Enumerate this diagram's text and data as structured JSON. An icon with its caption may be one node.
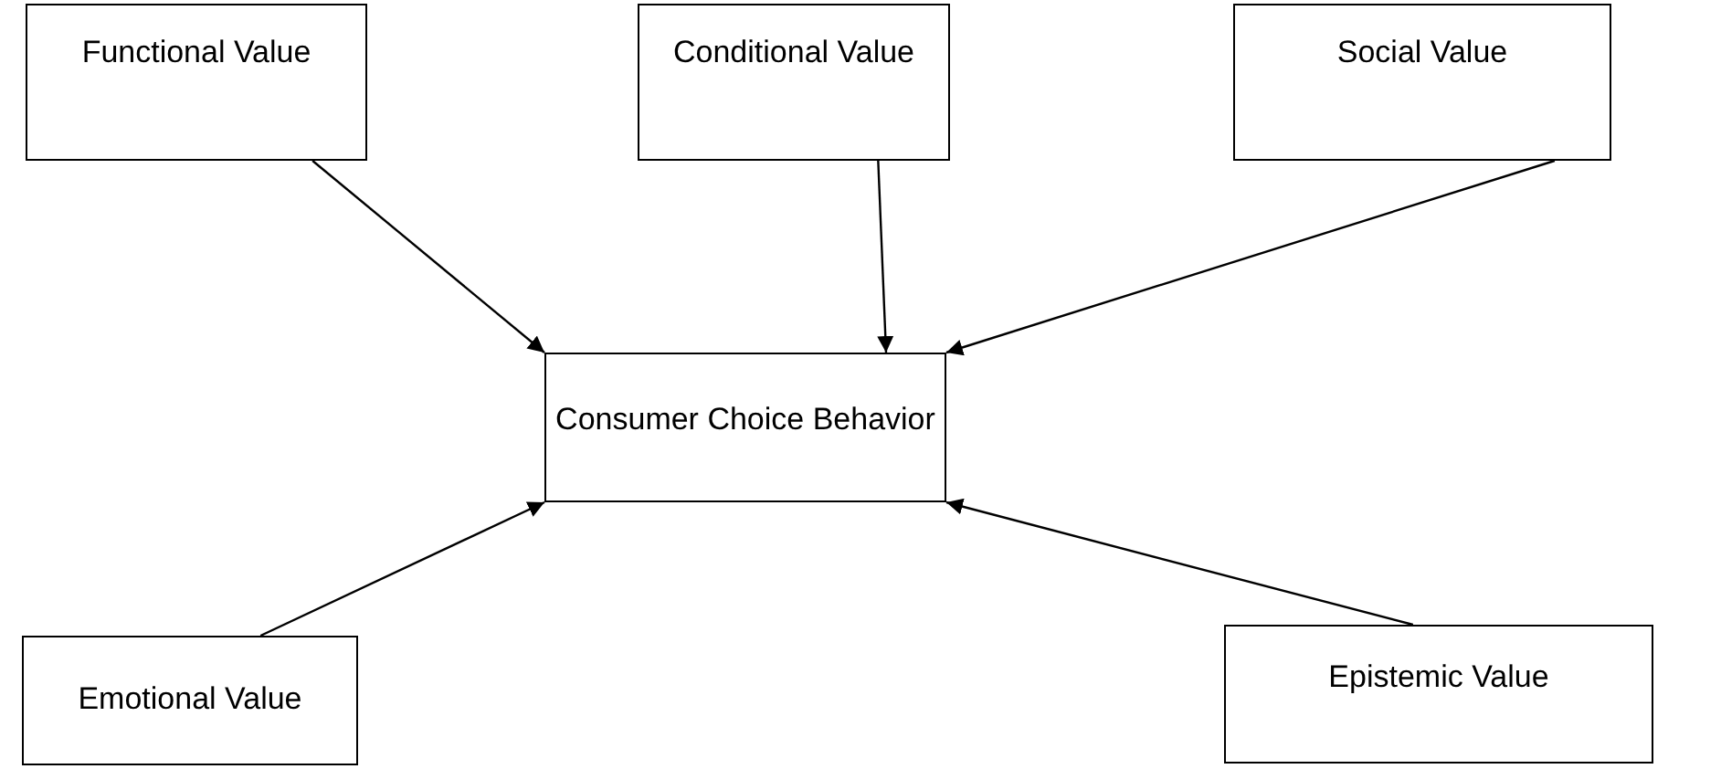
{
  "diagram": {
    "nodes": [
      {
        "text": [
          "Functional Value"
        ]
      },
      {
        "text": [
          "Conditional Value"
        ]
      },
      {
        "text": [
          "Social Value"
        ]
      },
      {
        "text": [
          "Consumer Choice Behavior"
        ]
      },
      {
        "text": [
          "Emotional Value"
        ]
      },
      {
        "text": [
          "Epistemic Value"
        ]
      }
    ],
    "edges": [
      {
        "from": 0,
        "to": 3,
        "arrow": "to"
      },
      {
        "from": 1,
        "to": 3,
        "arrow": "to"
      },
      {
        "from": 2,
        "to": 3,
        "arrow": "to"
      },
      {
        "from": 4,
        "to": 3,
        "arrow": "to"
      },
      {
        "from": 5,
        "to": 3,
        "arrow": "to"
      }
    ]
  }
}
